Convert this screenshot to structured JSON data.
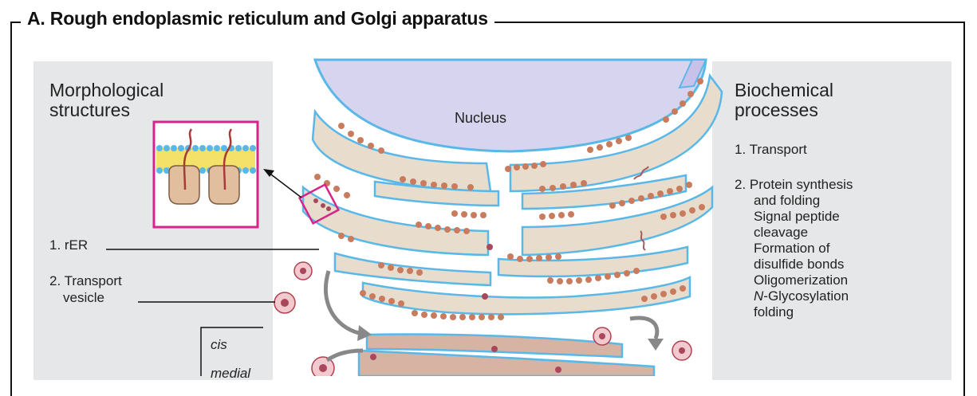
{
  "title": "A. Rough endoplasmic reticulum and Golgi apparatus",
  "left_panel": {
    "heading_line1": "Morphological",
    "heading_line2": "structures",
    "label_rer": "1. rER",
    "label_vesicle_1": "2. Transport",
    "label_vesicle_2": "vesicle",
    "label_cis": "cis",
    "label_medial": "medial"
  },
  "center": {
    "nucleus_label": "Nucleus"
  },
  "right_panel": {
    "heading_line1": "Biochemical",
    "heading_line2": "processes",
    "item1": "1. Transport",
    "item2_lines": [
      "2. Protein synthesis",
      "and folding",
      "Signal peptide",
      "cleavage",
      "Formation of",
      "disulfide bonds",
      "Oligomerization",
      "N-Glycosylation",
      "folding"
    ]
  },
  "colors": {
    "nucleus": "#d6d4ef",
    "membrane_fill": "#e8ddcc",
    "membrane_edge": "#5ab8e8",
    "ribosome": "#c97c5d",
    "golgi_fill": "#d6b3a3",
    "vesicle": "#f2c9cf",
    "inset_border": "#d6248a",
    "protein": "#a85a5a",
    "lipid_head": "#5ab8e8",
    "lipid_tail": "#f3e16a"
  }
}
